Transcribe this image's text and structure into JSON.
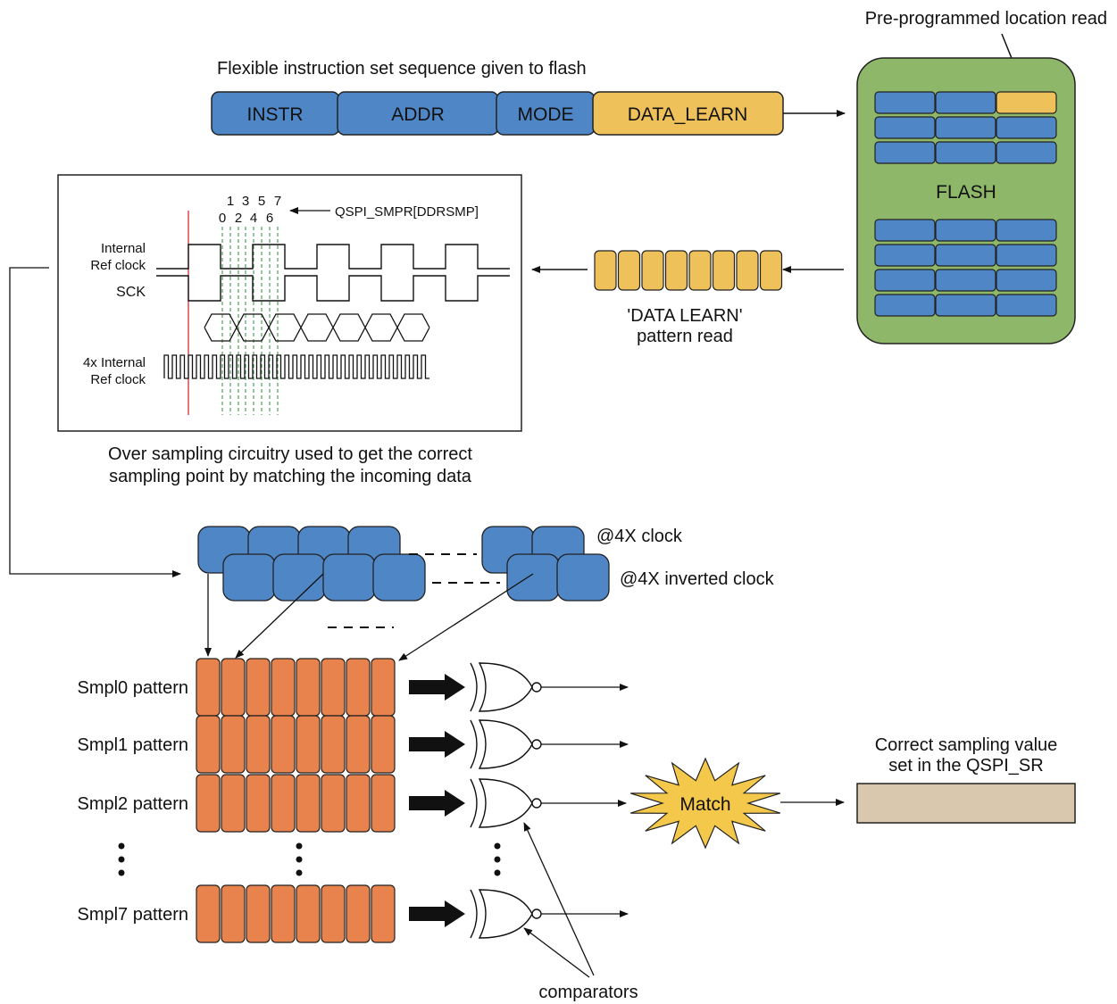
{
  "instruction_sequence": {
    "title": "Flexible instruction set sequence given to flash",
    "fields": [
      "INSTR",
      "ADDR",
      "MODE",
      "DATA_LEARN"
    ]
  },
  "flash": {
    "label": "FLASH",
    "callout": "Pre-programmed location read"
  },
  "pattern_read": {
    "line1": "'DATA LEARN'",
    "line2": "pattern read"
  },
  "timing": {
    "register": "QSPI_SMPR[DDRSMP]",
    "odd_numbers": [
      "1",
      "3",
      "5",
      "7"
    ],
    "even_numbers": [
      "0",
      "2",
      "4",
      "6"
    ],
    "internal_ref_line1": "Internal",
    "internal_ref_line2": "Ref clock",
    "sck": "SCK",
    "x4_line1": "4x Internal",
    "x4_line2": "Ref clock"
  },
  "oversampling": {
    "line1": "Over sampling circuitry used to get the correct",
    "line2": "sampling point by matching the incoming data"
  },
  "clocks": {
    "clock_4x": "@4X clock",
    "clock_4x_inverted": "@4X inverted clock"
  },
  "sample_patterns": [
    "Smpl0 pattern",
    "Smpl1 pattern",
    "Smpl2 pattern",
    "Smpl7 pattern"
  ],
  "match_label": "Match",
  "result": {
    "line1": "Correct sampling value",
    "line2": "set in the QSPI_SR"
  },
  "comparators_label": "comparators",
  "colors": {
    "blue": "#4f86c6",
    "yellow": "#eec15a",
    "green": "#8fb76a",
    "orange": "#e8834e",
    "tan": "#d9c8ae",
    "star": "#f4c84a",
    "red_line": "#cc2222",
    "dashed_green": "#2e8b3e"
  }
}
